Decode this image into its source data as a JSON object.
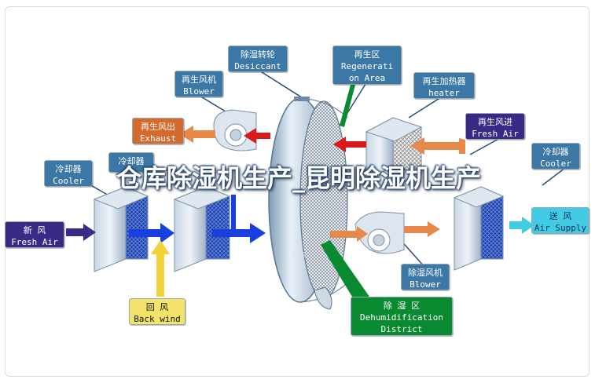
{
  "overlay_title": "仓库除湿机生产_昆明除湿机生产",
  "watermark": "XTS",
  "labels": {
    "desiccant": [
      "除湿转轮",
      "Desiccant"
    ],
    "regeneration_area": [
      "再生区",
      "Regenerati",
      "on Area"
    ],
    "regen_blower": [
      "再生风机",
      "Blower"
    ],
    "regen_heater": [
      "再生加热器",
      "heater"
    ],
    "exhaust": [
      "再生风出",
      "Exhaust"
    ],
    "regen_fresh_air": [
      "再生风进",
      "Fresh Air"
    ],
    "cooler_left": [
      "冷却器",
      "Cooler"
    ],
    "cooler_mid": [
      "冷却器",
      ""
    ],
    "cooler_right": [
      "冷却器",
      "Cooler"
    ],
    "fresh_air": [
      "新 风",
      "Fresh Air"
    ],
    "back_wind": [
      "回 风",
      "Back wind"
    ],
    "air_supply": [
      "送 风",
      "Air Supply"
    ],
    "dehum_blower": [
      "除湿风机",
      "Blower"
    ],
    "dehum_district": [
      "除 湿 区",
      "Dehumidification",
      "District"
    ]
  },
  "colors": {
    "label_blue": "#3c78a6",
    "exhaust_orange": "#d46a2c",
    "fresh_purple": "#3a2a86",
    "back_yellow": "#f2e46a",
    "supply_cyan": "#42cce3",
    "district_green": "#0a8a30",
    "arrow_orange": "#e8894a",
    "arrow_blue": "#1a3fe0",
    "arrow_red": "#d81a1a",
    "equipment_steel": "#9fb3c8"
  },
  "icons": [
    "desiccant-wheel",
    "blower-fan-icon",
    "cooler-coil",
    "heater-coil",
    "flow-arrow"
  ]
}
